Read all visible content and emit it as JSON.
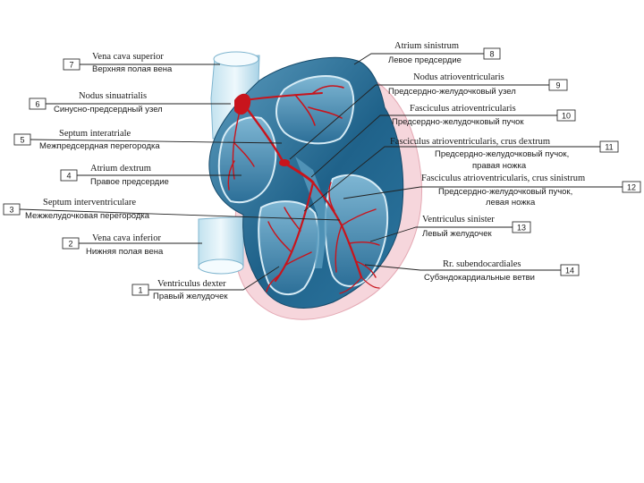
{
  "labels": [
    {
      "num": "7",
      "latin": "Vena cava superior",
      "ru": "Верхняя полая вена"
    },
    {
      "num": "6",
      "latin": "Nodus sinuatrialis",
      "ru": "Синусно-предсердный узел"
    },
    {
      "num": "5",
      "latin": "Septum interatriale",
      "ru": "Межпредсердная перегородка"
    },
    {
      "num": "4",
      "latin": "Atrium dextrum",
      "ru": "Правое предсердие"
    },
    {
      "num": "3",
      "latin": "Septum interventriculare",
      "ru": "Межжелудочковая перегородка"
    },
    {
      "num": "2",
      "latin": "Vena cava inferior",
      "ru": "Нижняя полая вена"
    },
    {
      "num": "1",
      "latin": "Ventriculus dexter",
      "ru": "Правый желудочек"
    },
    {
      "num": "8",
      "latin": "Atrium sinistrum",
      "ru": "Левое предсердие"
    },
    {
      "num": "9",
      "latin": "Nodus atrioventricularis",
      "ru": "Предсердно-желудочковый узел"
    },
    {
      "num": "10",
      "latin": "Fasciculus atrioventricularis",
      "ru": "Предсердно-желудочковый пучок"
    },
    {
      "num": "11",
      "latin": "Fasciculus atrioventricularis, crus dextrum",
      "ru": "Предсердно-желудочковый пучок,",
      "ru2": "правая ножка"
    },
    {
      "num": "12",
      "latin": "Fasciculus atrioventricularis, crus sinistrum",
      "ru": "Предсердно-желудочковый пучок,",
      "ru2": "левая ножка"
    },
    {
      "num": "13",
      "latin": "Ventriculus sinister",
      "ru": "Левый желудочек"
    },
    {
      "num": "14",
      "latin": "Rr. subendocardiales",
      "ru": "Субэндокардиальные ветви"
    }
  ],
  "colors": {
    "pericardium": "#f6d6dc",
    "myocardium_dark": "#1e5f86",
    "myocardium_light": "#6fa7c6",
    "cavity": "#3b7fa6",
    "vein": "#d9eef6",
    "conduction": "#c8141c"
  }
}
